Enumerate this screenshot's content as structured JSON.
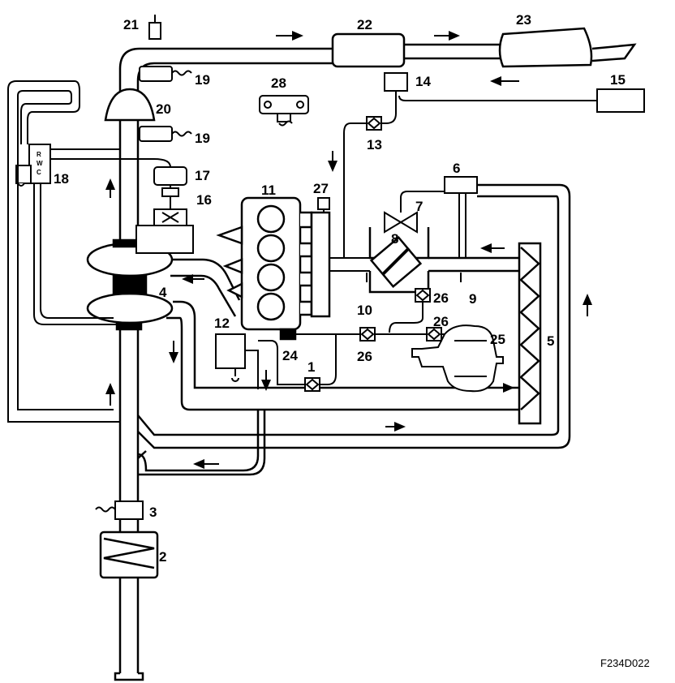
{
  "figure_code": "F234D022",
  "callouts": [
    "1",
    "2",
    "3",
    "4",
    "5",
    "6",
    "7",
    "8",
    "9",
    "10",
    "11",
    "12",
    "13",
    "14",
    "15",
    "16",
    "17",
    "18",
    "19",
    "20",
    "21",
    "22",
    "23",
    "24",
    "25",
    "26",
    "27",
    "28"
  ],
  "extra_callouts": {
    "n19b": "19",
    "n26b": "26",
    "n26c": "26"
  },
  "valve_letters": {
    "r": "R",
    "w": "W",
    "c": "C"
  },
  "colors": {
    "line": "#000000",
    "background": "#ffffff"
  }
}
